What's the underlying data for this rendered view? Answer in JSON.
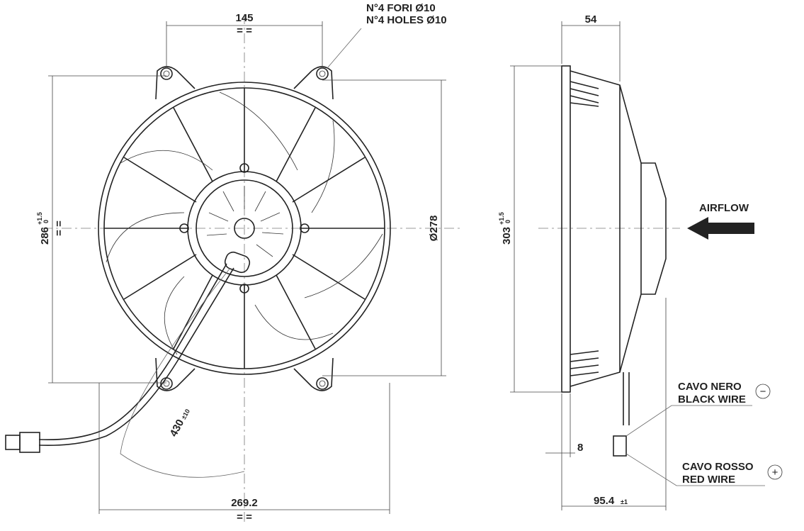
{
  "front_view": {
    "dim_holes_spacing": "145",
    "holes_note_it": "N°4 FORI Ø10",
    "holes_note_en": "N°4 HOLES Ø10",
    "dim_height": "286",
    "dim_height_tol_plus": "+1.5",
    "dim_height_tol_minus": "0",
    "dim_diameter": "Ø278",
    "dim_cable_length": "430",
    "dim_cable_tol": "±10",
    "dim_width": "269.2",
    "equal_mark": "= ="
  },
  "side_view": {
    "dim_depth_top": "54",
    "dim_height": "303",
    "dim_height_tol_plus": "+1.5",
    "dim_height_tol_minus": "0",
    "airflow_label": "AIRFLOW",
    "dim_flange": "8",
    "dim_depth_total": "95.4",
    "dim_depth_tol": "±1",
    "black_wire_it": "CAVO NERO",
    "black_wire_en": "BLACK WIRE",
    "black_wire_symbol": "−",
    "red_wire_it": "CAVO ROSSO",
    "red_wire_en": "RED WIRE",
    "red_wire_symbol": "+"
  }
}
